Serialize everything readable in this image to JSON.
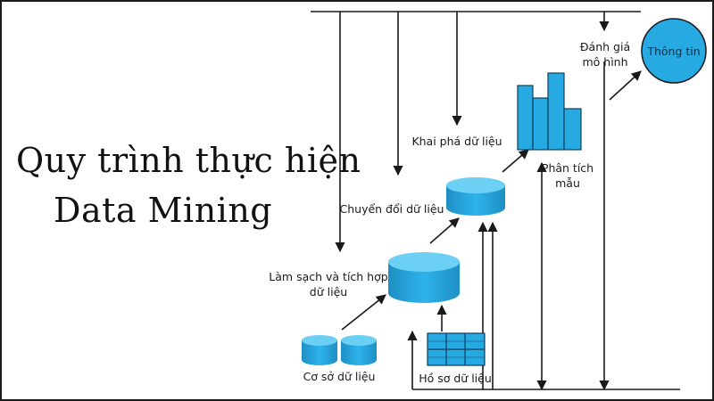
{
  "title": {
    "line1": "Quy trình thực hiện",
    "line2": "Data Mining"
  },
  "steps": {
    "data_source": "Cơ sở dữ liệu",
    "data_profile": "Hồ sơ dữ liệu",
    "cleaning_line1": "Làm sạch và tích hợp",
    "cleaning_line2": "dữ liệu",
    "transform": "Chuyển đổi dữ liệu",
    "mining": "Khai phá dữ liệu",
    "analysis_line1": "Phân tích",
    "analysis_line2": "mẫu",
    "eval_line1": "Đánh giá",
    "eval_line2": "mô hình",
    "knowledge": "Thông tin"
  },
  "colors": {
    "accent": "#27a9e1",
    "accent_dark": "#1b8fc2",
    "line": "#1a1a1a"
  }
}
